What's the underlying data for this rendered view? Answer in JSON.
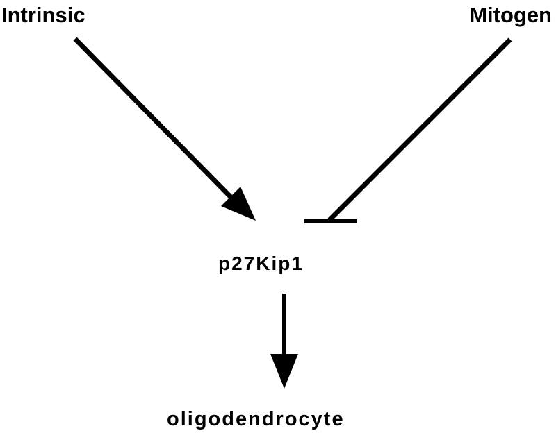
{
  "diagram": {
    "nodes": {
      "intrinsic": "Intrinsic",
      "mitogen": "Mitogen",
      "p27": "p27Kip1",
      "oligodendrocyte": "oligodendrocyte"
    },
    "edges": [
      {
        "from": "intrinsic",
        "to": "p27",
        "type": "activation"
      },
      {
        "from": "mitogen",
        "to": "p27",
        "type": "inhibition"
      },
      {
        "from": "p27",
        "to": "oligodendrocyte",
        "type": "activation"
      }
    ],
    "colors": {
      "ink": "#000000",
      "background": "#ffffff"
    }
  }
}
